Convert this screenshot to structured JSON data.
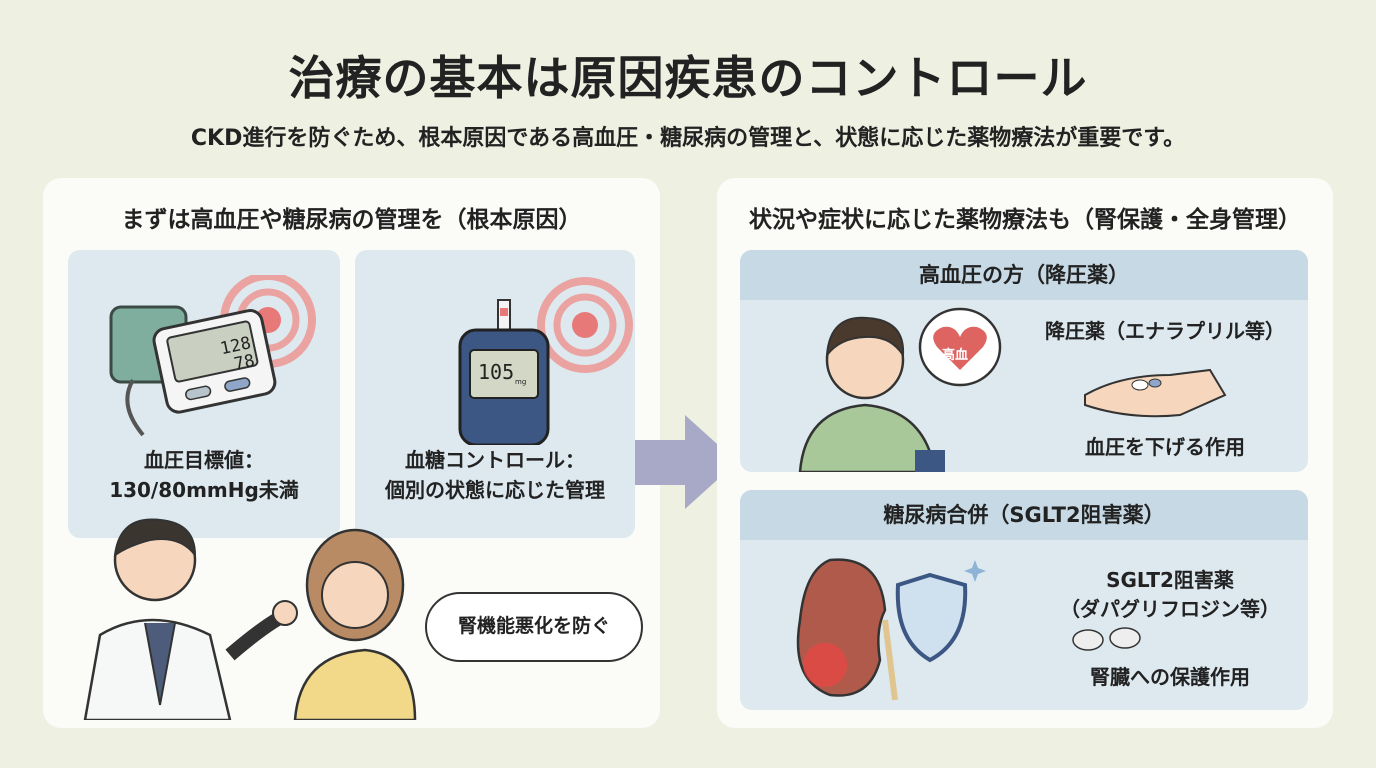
{
  "title": "治療の基本は原因疾患のコントロール",
  "subtitle": "CKD進行を防ぐため、根本原因である高血圧・糖尿病の管理と、状態に応じた薬物療法が重要です。",
  "left": {
    "heading": "まずは高血圧や糖尿病の管理を（根本原因）",
    "bp_card": {
      "display_top": "128",
      "display_bottom": "78",
      "label_1": "血圧目標値：",
      "label_2": "130/80mmHg未満"
    },
    "glucose_card": {
      "display": "105",
      "unit": "mg",
      "label_1": "血糖コントロール：",
      "label_2": "個別の状態に応じた管理"
    },
    "speech": "腎機能悪化を防ぐ"
  },
  "right": {
    "heading": "状況や症状に応じた薬物療法も（腎保護・全身管理）",
    "hypertension": {
      "header": "高血圧の方（降圧薬）",
      "heart_label": "高血",
      "drug": "降圧薬（エナラプリル等）",
      "effect": "血圧を下げる作用"
    },
    "diabetes": {
      "header": "糖尿病合併（SGLT2阻害薬）",
      "drug_1": "SGLT2阻害薬",
      "drug_2": "（ダパグリフロジン等）",
      "effect": "腎臓への保護作用"
    }
  },
  "colors": {
    "background": "#eef0e1",
    "card": "#dde9ef",
    "card_header": "#c6d9e4",
    "arrow": "#a7a9c6",
    "target": "#e77a78"
  }
}
